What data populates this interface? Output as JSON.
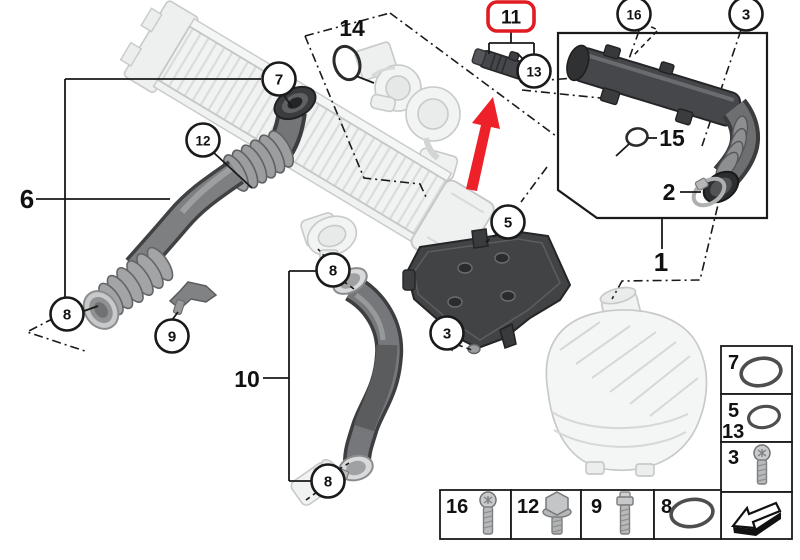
{
  "figure": {
    "title": "charge-air-induction-parts-diagram",
    "background": "#ffffff",
    "highlight_color": "#ee2128",
    "line_color": "#1a1a1a",
    "ghost_color": "#c7c9ca"
  },
  "callouts": {
    "part6": "6",
    "part7": "7",
    "part12": "12",
    "part14": "14",
    "part11": "11",
    "part13": "13",
    "part16": "16",
    "part3_top": "3",
    "part15": "15",
    "part2": "2",
    "part1": "1",
    "part5": "5",
    "part3_plate": "3",
    "part8_left": "8",
    "part9": "9",
    "part10": "10",
    "part8_hose_top": "8",
    "part8_hose_bottom": "8"
  },
  "legend": {
    "side_rows": [
      {
        "num": "7",
        "icon": "o-ring-large"
      },
      {
        "num": "5",
        "num2": "13",
        "icon": "o-ring-small"
      },
      {
        "num": "3",
        "icon": "torx-screw"
      },
      {
        "num": "",
        "icon": "direction-arrow"
      }
    ],
    "bottom_cells": [
      {
        "num": "16",
        "icon": "torx-screw"
      },
      {
        "num": "12",
        "icon": "flange-bolt"
      },
      {
        "num": "9",
        "icon": "hex-bolt"
      },
      {
        "num": "8",
        "icon": "o-ring"
      }
    ]
  }
}
